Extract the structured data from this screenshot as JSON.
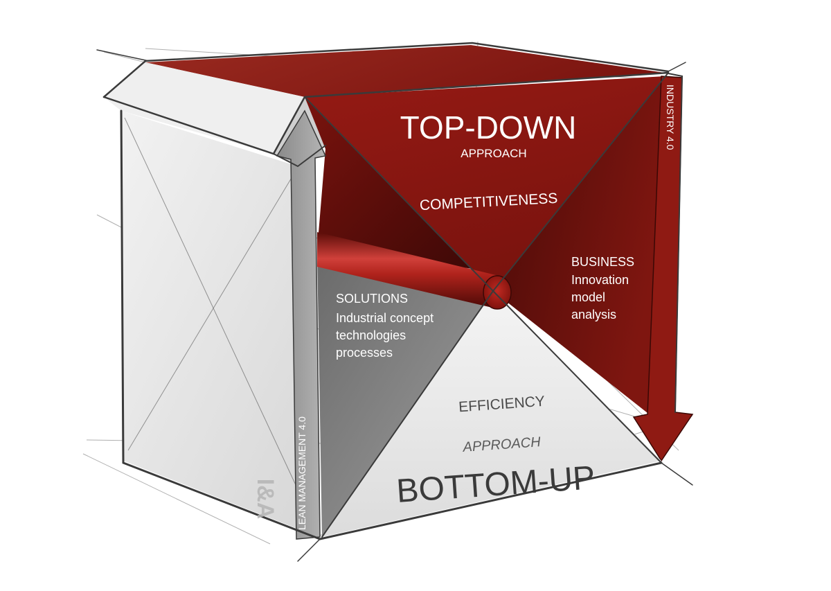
{
  "diagram": {
    "top": {
      "title": "TOP-DOWN",
      "subtitle": "APPROACH",
      "focus": "COMPETITIVENESS"
    },
    "bottom": {
      "title": "BOTTOM-UP",
      "subtitle": "APPROACH",
      "focus": "EFFICIENCY"
    },
    "solutions": {
      "heading": "SOLUTIONS",
      "lines": [
        "Industrial concept",
        "technologies",
        "processes"
      ]
    },
    "business": {
      "heading": "BUSINESS",
      "lines": [
        "Innovation",
        "model",
        "analysis"
      ]
    },
    "arrows": {
      "industry": "INDUSTRY 4.0",
      "lean": "LEAN MANAGEMENT 4.0"
    },
    "logo_text": "I&A",
    "colors": {
      "red": "#8c1812",
      "dark_red": "#5e0f0b",
      "grey_face": "#e2e2e2",
      "dark_grey": "#6e6e6e",
      "text_dark": "#3a3a3a"
    }
  }
}
